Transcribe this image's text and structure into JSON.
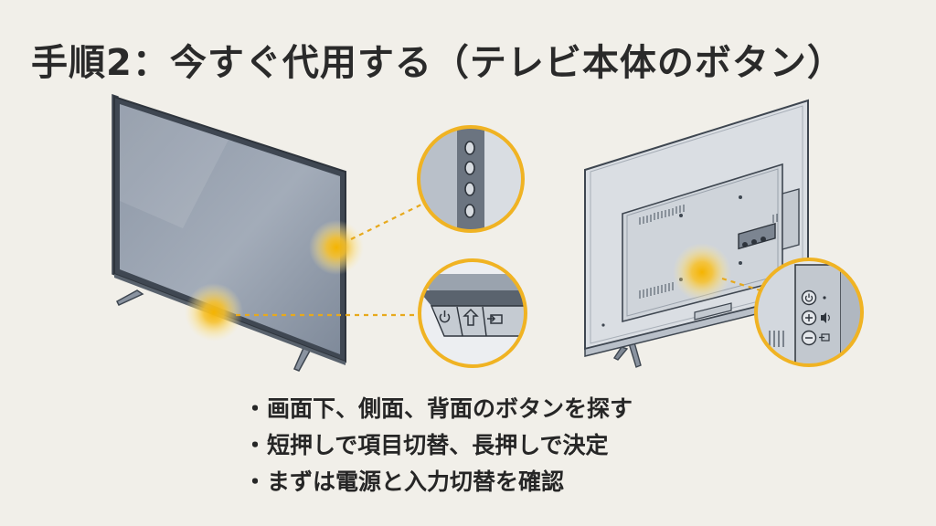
{
  "title": "手順2：今すぐ代用する（テレビ本体のボタン）",
  "accent_color": "#f0b323",
  "icons": {
    "front_bottom_buttons": [
      "power-icon",
      "up-arrow-icon",
      "input-icon"
    ],
    "back_panel_buttons": [
      "power-icon",
      "volume-up-icon",
      "input-icon"
    ]
  },
  "bullets": [
    "画面下、側面、背面のボタンを探す",
    "短押しで項目切替、長押しで決定",
    "まずは電源と入力切替を確認"
  ]
}
